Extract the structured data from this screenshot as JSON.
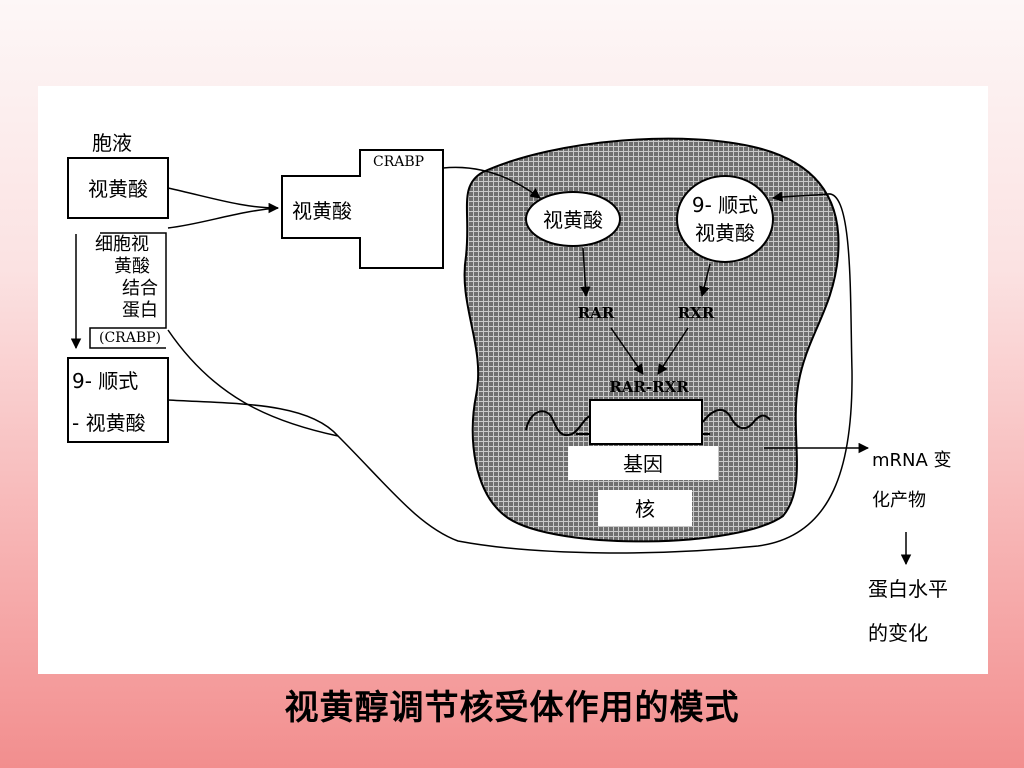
{
  "labels": {
    "cytosol": "胞液",
    "retinoic_acid_left": "视黄酸",
    "crabp_protein": [
      "细胞视",
      "黄酸",
      "结合",
      "蛋白",
      "(CRABP)"
    ],
    "cis9_line1": "9- 顺式",
    "cis9_line2": "- 视黄酸",
    "crabp_tag": "CRABP",
    "retinoic_acid_complex": "视黄酸",
    "nucleus_retinoic_acid": "视黄酸",
    "nucleus_cis9_line1": "9- 顺式",
    "nucleus_cis9_line2": "视黄酸",
    "rar": "RAR",
    "rxr": "RXR",
    "rar_rxr": "RAR-RXR",
    "gene": "基因",
    "nucleus": "核",
    "mrna_line1": "mRNA 变",
    "mrna_line2": "化产物",
    "protein_line1": "蛋白水平",
    "protein_line2": "的变化"
  },
  "caption": "视黄醇调节核受体作用的模式",
  "colors": {
    "nucleus_fill": "#6f6f6f",
    "grid_line": "#c8c8c8",
    "background_top": "#fdf7f7",
    "background_bottom": "#f28e8e"
  }
}
